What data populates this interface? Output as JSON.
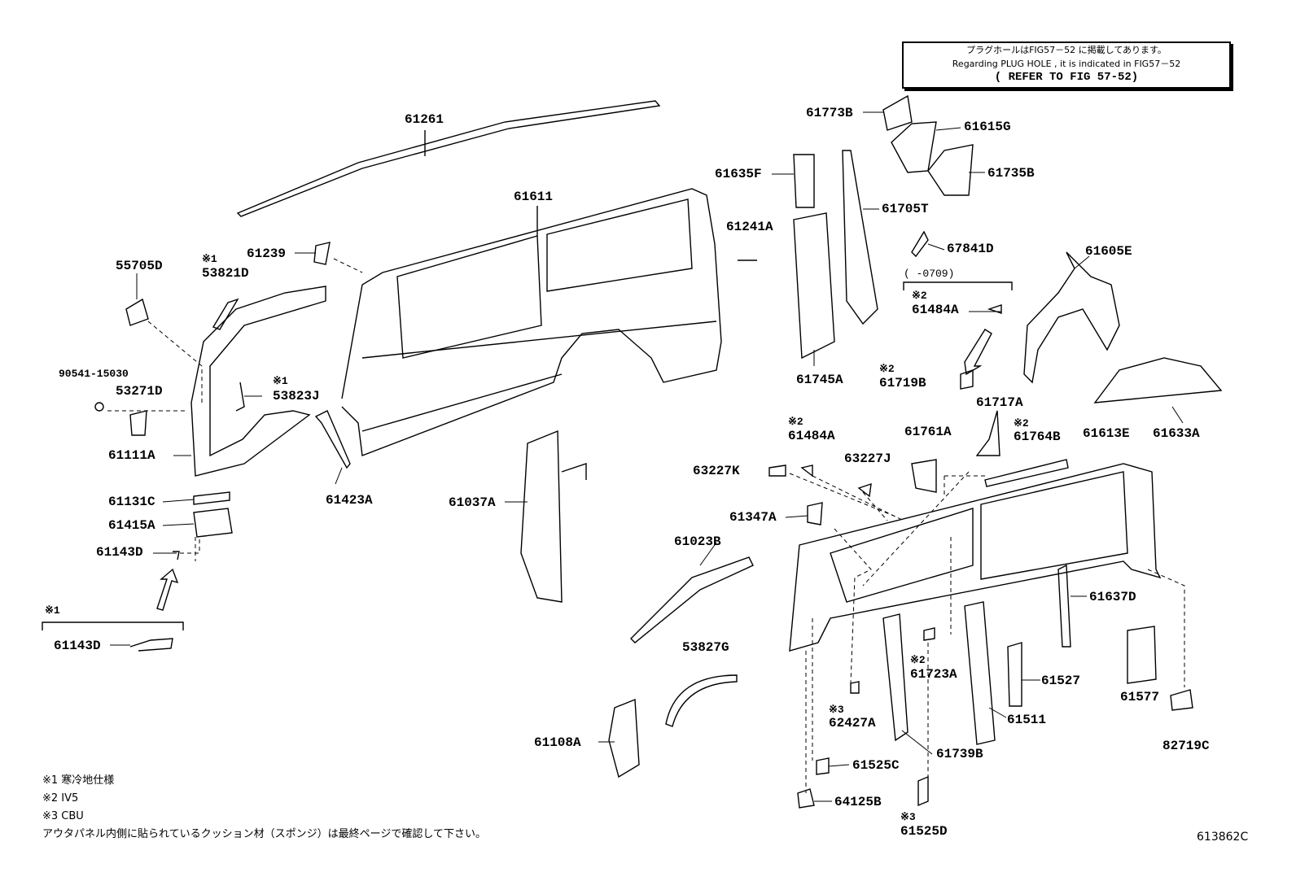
{
  "reference_box": {
    "line1": "プラグホールはFIG57－52 に掲載してあります。",
    "line2": "Regarding PLUG HOLE , it is indicated in FIG57－52",
    "line3": "( REFER TO FIG 57-52)"
  },
  "parts": {
    "p61261": "61261",
    "p61611": "61611",
    "p55705D": "55705D",
    "m1a": "※1",
    "p53821D": "53821D",
    "p61239": "61239",
    "p90541": "90541-15030",
    "p53271D": "53271D",
    "m1b": "※1",
    "p53823J": "53823J",
    "p61111A": "61111A",
    "p61131C": "61131C",
    "p61415A": "61415A",
    "p61143D_a": "61143D",
    "m1c": "※1",
    "p61143D_b": "61143D",
    "p61423A": "61423A",
    "p61037A": "61037A",
    "p61023B": "61023B",
    "p53827G": "53827G",
    "p61108A": "61108A",
    "p61773B": "61773B",
    "p61615G": "61615G",
    "p61635F": "61635F",
    "p61735B": "61735B",
    "p61705T": "61705T",
    "p61241A": "61241A",
    "p67841D": "67841D",
    "range0709": "(      -0709)",
    "m2a": "※2",
    "p61484A_a": "61484A",
    "p61605E": "61605E",
    "p61745A": "61745A",
    "m2b": "※2",
    "p61719B": "61719B",
    "p61717A": "61717A",
    "p61633A": "61633A",
    "p61613E": "61613E",
    "m2c": "※2",
    "p61484A_b": "61484A",
    "p61761A": "61761A",
    "m2d": "※2",
    "p61764B": "61764B",
    "p63227J": "63227J",
    "p63227K": "63227K",
    "p61347A": "61347A",
    "p61637D": "61637D",
    "p61577": "61577",
    "p61527": "61527",
    "m2e": "※2",
    "p61723A": "61723A",
    "p61511": "61511",
    "m3a": "※3",
    "p62427A": "62427A",
    "p61739B": "61739B",
    "p82719C": "82719C",
    "p61525C": "61525C",
    "p64125B": "64125B",
    "m3b": "※3",
    "p61525D": "61525D"
  },
  "notes": [
    "※1 寒冷地仕様",
    "※2 IV5",
    "※3 CBU",
    "アウタパネル内側に貼られているクッション材（スポンジ）は最終ページで確認して下さい。"
  ],
  "figure_id": "613862C"
}
